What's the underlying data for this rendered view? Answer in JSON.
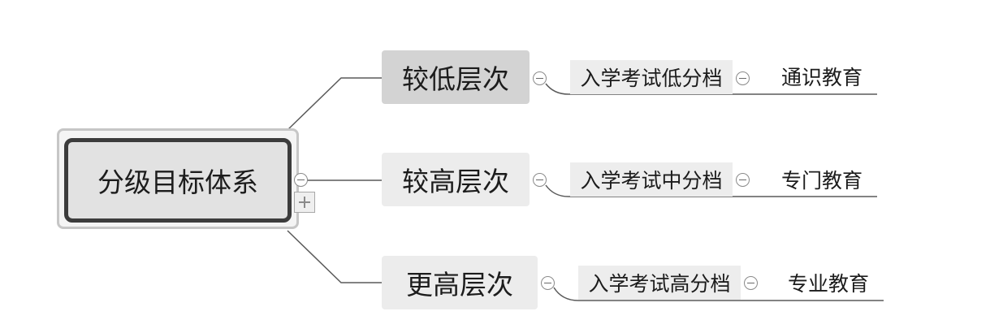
{
  "root": {
    "label": "分级目标体系"
  },
  "branches": [
    {
      "label": "较低层次",
      "sub": "入学考试低分档",
      "leaf": "通识教育"
    },
    {
      "label": "较高层次",
      "sub": "入学考试中分档",
      "leaf": "专门教育"
    },
    {
      "label": "更高层次",
      "sub": "入学考试高分档",
      "leaf": "专业教育"
    }
  ],
  "icons": {
    "collapse": "collapse-minus-icon",
    "expand": "expand-plus-icon"
  },
  "colors": {
    "line": "#5a5a5a",
    "root_border": "#3c3c3c",
    "root_fill": "#e2e2e2",
    "level1_fill": "#d3d3d3",
    "level_fill": "#ececec"
  }
}
